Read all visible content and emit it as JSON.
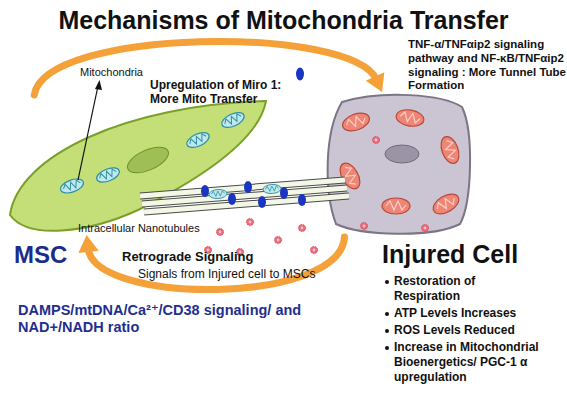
{
  "diagram": {
    "title": "Mechanisms of Mitochondria Transfer",
    "nodes": [
      {
        "text": [
          "MSC"
        ]
      },
      {
        "text": [
          "Injured Cell"
        ]
      }
    ],
    "edges": [
      {
        "from": 0,
        "to": 1,
        "arrow": "to"
      },
      {
        "from": 1,
        "to": 0,
        "arrow": "to"
      }
    ],
    "labels": [
      "Mitochondria",
      "Upregulation of Miro 1: More Mito Transfer",
      "TNF-α/TNFαip2 signaling pathway and NF-κB/TNFαip2 signaling : More Tunnel Tube Formation",
      "Intracellular Nanotubules",
      "Retrograde Signaling",
      "Signals from Injured cell to MSCs",
      "DAMPS/mtDNA/Ca²⁺/CD38 signaling/ and NAD+/NADH ratio",
      "Restoration of Respiration",
      "ATP Levels Increases",
      "ROS Levels Reduced",
      "Increase in Mitochondrial Bioenergetics/ PGC-1 α upregulation"
    ]
  }
}
